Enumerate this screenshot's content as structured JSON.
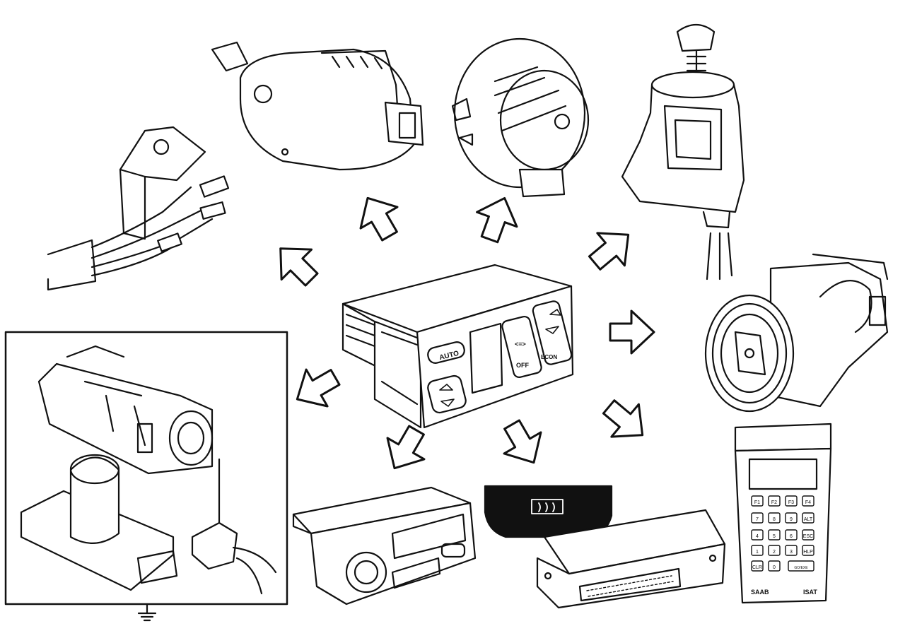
{
  "components": {
    "control_panel": {
      "auto_label": "AUTO",
      "recirc_label": "<=>",
      "econ_label": "ECON",
      "off_label": "OFF"
    },
    "isat": {
      "brand_label": "SAAB",
      "name_label": "ISAT",
      "keys": [
        "F1",
        "F2",
        "F3",
        "F4",
        "7",
        "8",
        "9",
        "ALT",
        "4",
        "5",
        "6",
        "ESC",
        "1",
        "2",
        "3",
        "HLP",
        "CLR",
        "0",
        "GO/EXE"
      ]
    },
    "indicator_panel": {
      "icon": "rear-defrost-icon"
    }
  },
  "colors": {
    "line": "#111111",
    "background": "#ffffff",
    "panel_dark": "#111111"
  }
}
